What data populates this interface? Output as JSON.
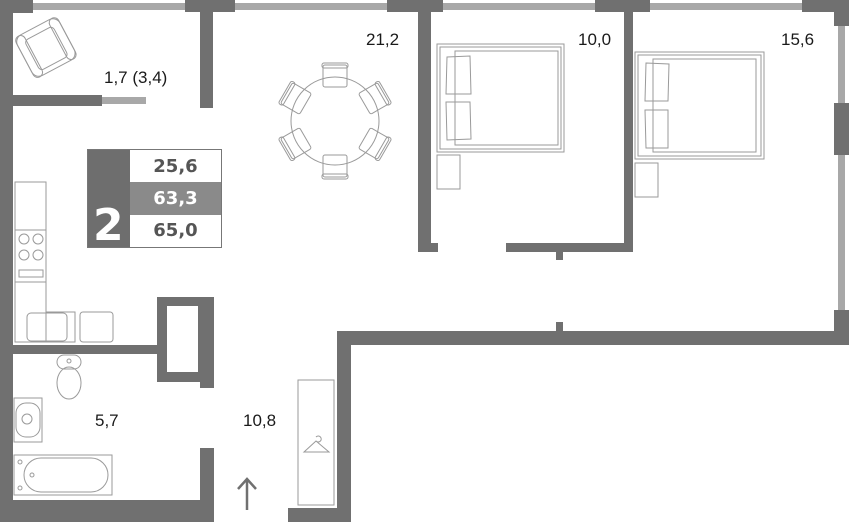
{
  "plan": {
    "room_count": "2",
    "summary": {
      "living_area": "25,6",
      "total_area_without_balcony": "63,3",
      "total_area": "65,0"
    },
    "rooms": [
      {
        "id": "balcony",
        "area": "1,7 (3,4)"
      },
      {
        "id": "kitchen-living",
        "area": "21,2"
      },
      {
        "id": "bedroom-1",
        "area": "10,0"
      },
      {
        "id": "bedroom-2",
        "area": "15,6"
      },
      {
        "id": "bathroom",
        "area": "5,7"
      },
      {
        "id": "hallway",
        "area": "10,8"
      }
    ],
    "entrance_icon": "arrow-up-icon",
    "colors": {
      "wall": "#707070",
      "window": "#a8a8a8",
      "furniture_line": "#9a9a9a",
      "text": "#1a1a1a"
    }
  }
}
